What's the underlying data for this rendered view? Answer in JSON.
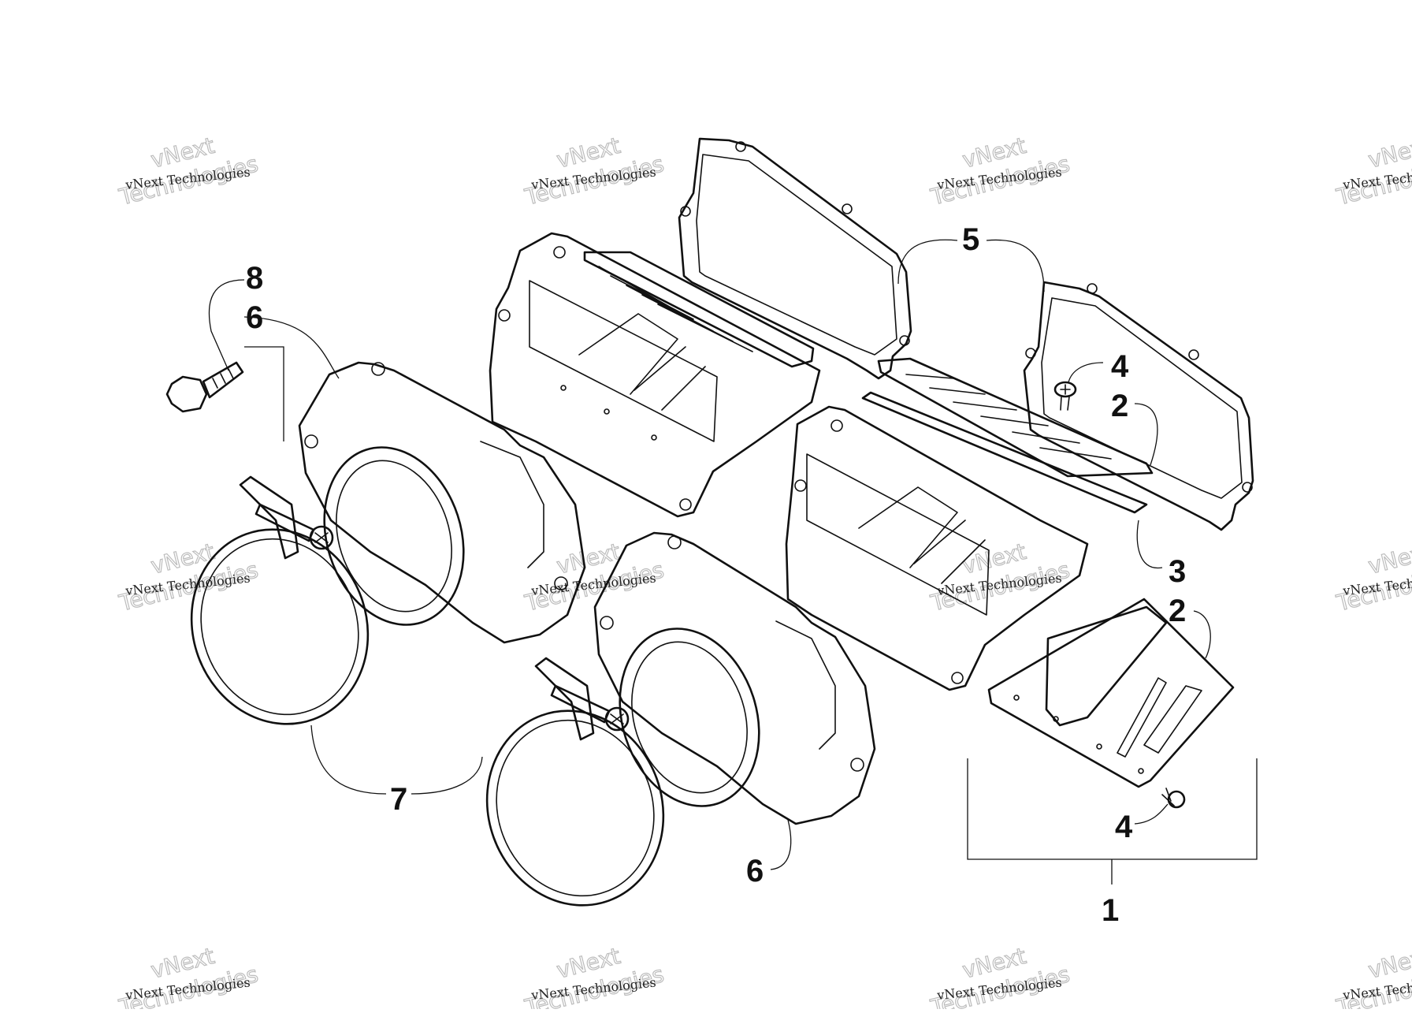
{
  "diagram": {
    "watermark": {
      "company_small": "vNext Technologies",
      "company_large_line1": "vNext",
      "company_large_line2": "Technologies"
    },
    "callouts": [
      {
        "id": "c8",
        "label": "8"
      },
      {
        "id": "c6a",
        "label": "6"
      },
      {
        "id": "c5",
        "label": "5"
      },
      {
        "id": "c4a",
        "label": "4"
      },
      {
        "id": "c2a",
        "label": "2"
      },
      {
        "id": "c3",
        "label": "3"
      },
      {
        "id": "c2b",
        "label": "2"
      },
      {
        "id": "c7",
        "label": "7"
      },
      {
        "id": "c6b",
        "label": "6"
      },
      {
        "id": "c4b",
        "label": "4"
      },
      {
        "id": "c1",
        "label": "1"
      }
    ]
  }
}
